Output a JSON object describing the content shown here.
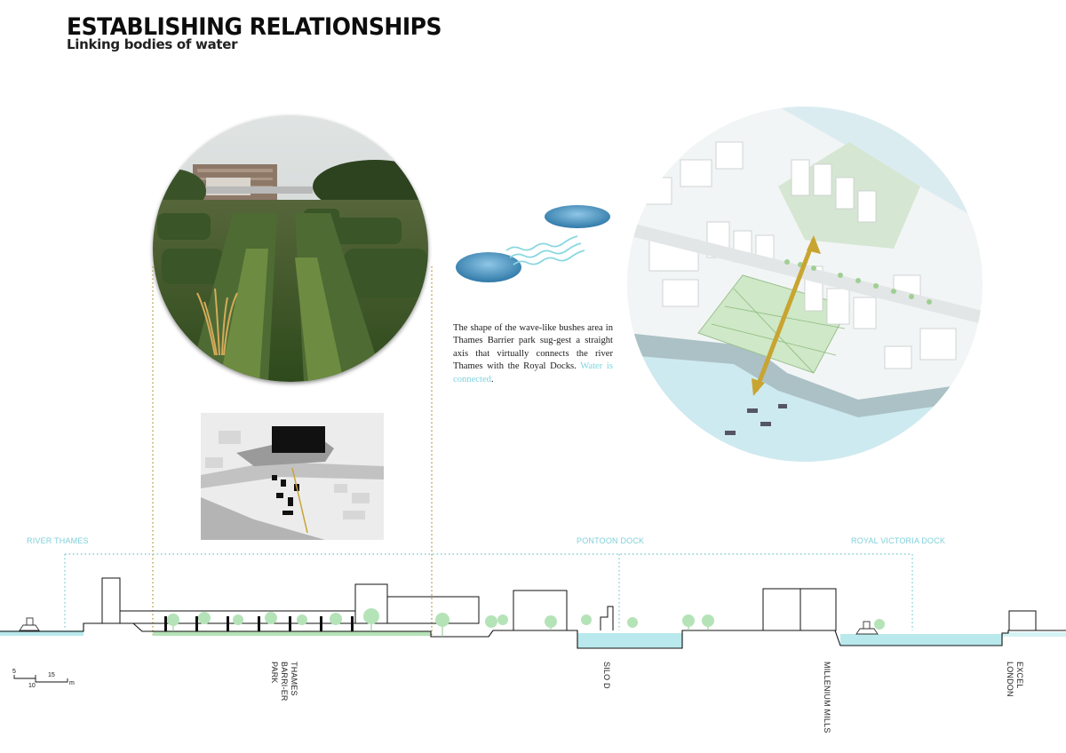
{
  "header": {
    "title": "ESTABLISHING RELATIONSHIPS",
    "subtitle": "Linking bodies of water"
  },
  "description": {
    "text": "The shape of the wave-like bushes area in Thames Barrier park sug-gest  a straight axis that virtually connects the river Thames with the Royal Docks.",
    "highlight": "Water is connected",
    "end": "."
  },
  "water_labels": {
    "river": "RIVER THAMES",
    "pontoon": "PONTOON DOCK",
    "royal": "ROYAL VICTORIA DOCK"
  },
  "section_labels": {
    "park": "THAMES BARRI-ER PARK",
    "silo": "SILO D",
    "mills": "MILLENIUM MILLS",
    "excel": "EXCEL LONDON"
  },
  "scale": {
    "a": "5",
    "b": "15",
    "c": "10",
    "unit": "m"
  },
  "colors": {
    "water": "#7fd0da",
    "axis": "#c8a431",
    "vegetation": "#b5e3b8"
  }
}
